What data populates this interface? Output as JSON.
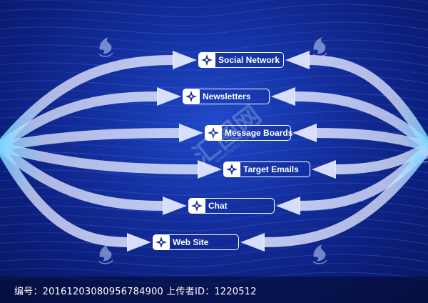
{
  "nodes": [
    {
      "label": "Social Network"
    },
    {
      "label": "Newsletters"
    },
    {
      "label": "Message Boards"
    },
    {
      "label": "Target Emails"
    },
    {
      "label": "Chat"
    },
    {
      "label": "Web Site"
    }
  ],
  "icon": "four-point-star-icon",
  "watermark": {
    "text": "编号：20161203080956784900 上传者ID：1220512",
    "logo_text": "汇图网",
    "logo_url": "www.huitu.com"
  },
  "colors": {
    "background": "#102a8c",
    "arrow": "#dfe5ff",
    "glow": "#3fb8ff",
    "node_border": "#ffffff",
    "icon": "#1a2f8a"
  }
}
